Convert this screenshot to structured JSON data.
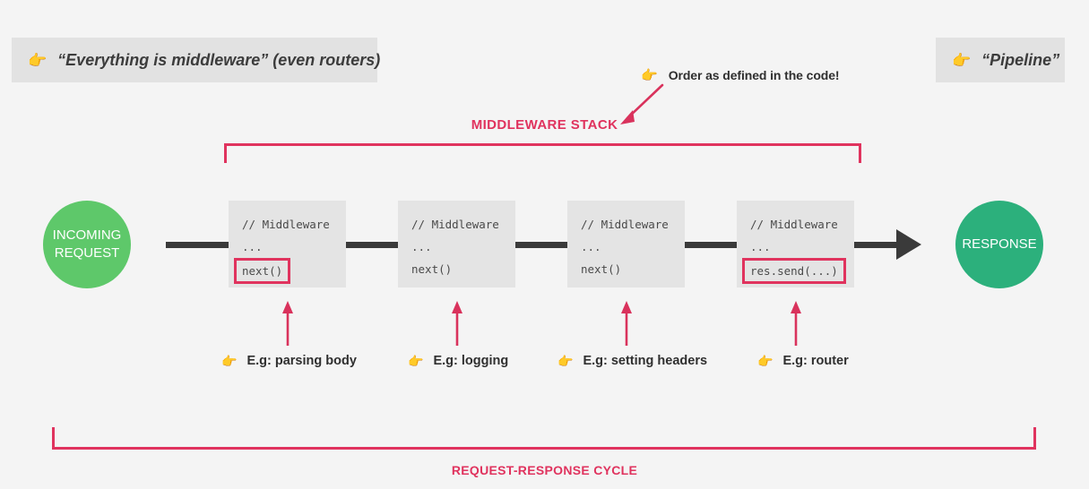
{
  "canvas": {
    "background": "#f4f4f4",
    "accent_red": "#e0335e",
    "dark_gray": "#3a3a3a",
    "block_gray": "#e4e4e4",
    "box_gray": "#e2e2e2",
    "green_light": "#5ec86a",
    "green_dark": "#2cb07c",
    "hand_icon": "👉"
  },
  "callouts": {
    "everything": {
      "icon": "pointing-hand-icon",
      "text": "“Everything is middleware”  (even routers)"
    },
    "pipeline": {
      "icon": "pointing-hand-icon",
      "text": "“Pipeline”"
    },
    "order_note": {
      "icon": "pointing-hand-icon",
      "text": "Order as defined in the code!"
    }
  },
  "titles": {
    "middleware_stack": "MIDDLEWARE STACK",
    "request_response_cycle": "REQUEST-RESPONSE CYCLE"
  },
  "endpoints": {
    "incoming": {
      "line1": "INCOMING",
      "line2": "REQUEST",
      "color": "#5ec86a"
    },
    "response": {
      "line1": "RESPONSE",
      "line2": "",
      "color": "#2cb07c"
    }
  },
  "middleware_blocks": [
    {
      "comment": "// Middleware",
      "ellipsis": "...",
      "call": "next()",
      "highlighted": true,
      "example": "E.g: parsing body"
    },
    {
      "comment": "// Middleware",
      "ellipsis": "...",
      "call": "next()",
      "highlighted": false,
      "example": "E.g: logging"
    },
    {
      "comment": "// Middleware",
      "ellipsis": "...",
      "call": "next()",
      "highlighted": false,
      "example": "E.g: setting headers"
    },
    {
      "comment": "// Middleware",
      "ellipsis": "...",
      "call": "res.send(...)",
      "highlighted": true,
      "example": "E.g: router"
    }
  ]
}
